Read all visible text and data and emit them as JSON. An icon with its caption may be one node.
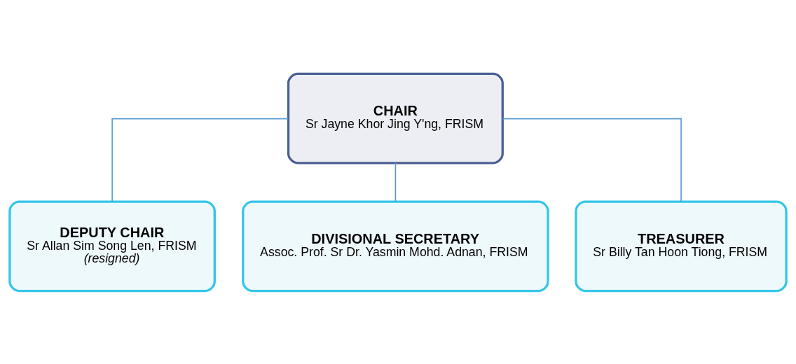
{
  "diagram": {
    "nodes": [
      {
        "text": [
          "CHAIR",
          "Sr Jayne Khor Jing Y'ng, FRISM"
        ]
      },
      {
        "text": [
          "DEPUTY CHAIR",
          "Sr Allan Sim Song Len, FRISM",
          "(resigned)"
        ]
      },
      {
        "text": [
          "DIVISIONAL SECRETARY",
          "Assoc. Prof. Sr Dr. Yasmin Mohd. Adnan, FRISM"
        ]
      },
      {
        "text": [
          "TREASURER",
          "Sr Billy Tan Hoon Tiong, FRISM"
        ]
      }
    ],
    "edges": [
      {
        "from": 0,
        "to": 1,
        "arrow": "none"
      },
      {
        "from": 0,
        "to": 2,
        "arrow": "none"
      },
      {
        "from": 0,
        "to": 3,
        "arrow": "none"
      }
    ]
  }
}
